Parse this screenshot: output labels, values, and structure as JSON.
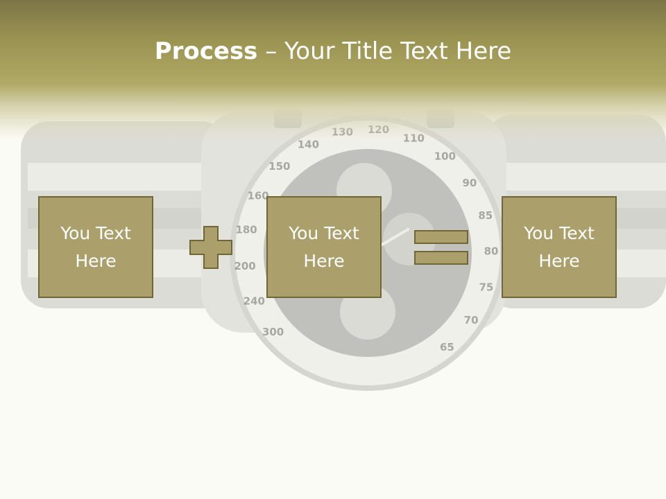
{
  "slide": {
    "title_bold": "Process",
    "title_rest": " – Your Title Text Here"
  },
  "boxes": [
    {
      "label": "You Text\nHere"
    },
    {
      "label": "You Text\nHere"
    },
    {
      "label": "You Text\nHere"
    }
  ],
  "operators": {
    "first": "plus-icon",
    "second": "equals-icon"
  },
  "bezel_numbers": [
    "300",
    "240",
    "200",
    "180",
    "160",
    "150",
    "140",
    "130",
    "120",
    "110",
    "100",
    "90",
    "85",
    "80",
    "75",
    "70",
    "65"
  ],
  "colors": {
    "header": "#9c9452",
    "box_fill": "#aba06b",
    "box_border": "#6f6636",
    "text": "#ffffff",
    "background": "#fbfbf6"
  }
}
